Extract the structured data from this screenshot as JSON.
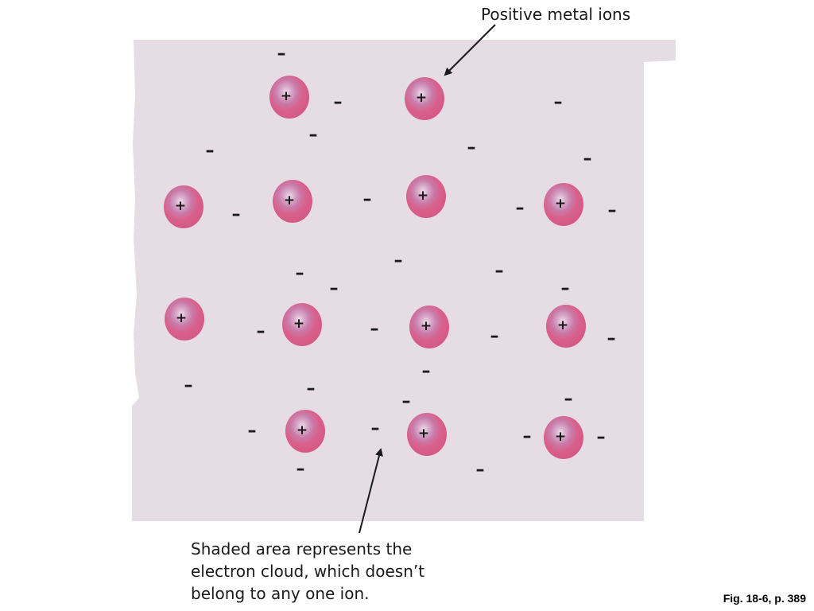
{
  "labels": {
    "positive_ions": "Positive metal ions",
    "cloud_line1": "Shaded area represents the",
    "cloud_line2": "electron cloud, which doesn’t",
    "cloud_line3": "belong to any one ion.",
    "caption": "Fig. 18-6, p. 389"
  },
  "symbols": {
    "ion_charge": "+",
    "electron_charge": "–"
  },
  "colors": {
    "cloud": "#e6dde4",
    "ion_outer": "#d9608a",
    "ion_mid": "#e389a8",
    "ion_inner": "#cf9cc0",
    "ion_core": "#efdcea",
    "arrow": "#1a1a1a"
  }
}
